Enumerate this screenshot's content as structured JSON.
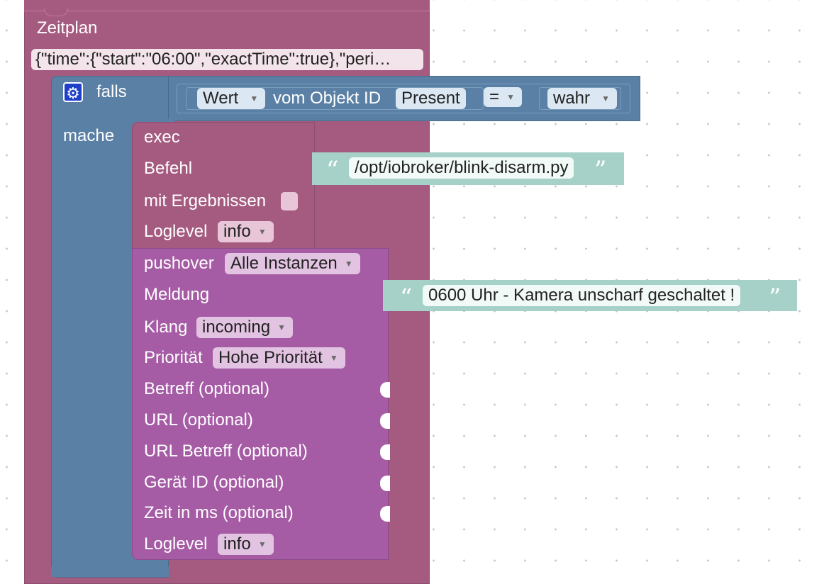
{
  "zeitplan": {
    "title": "Zeitplan",
    "schedule_value": "{\"time\":{\"start\":\"06:00\",\"exactTime\":true},\"peri…"
  },
  "falls": {
    "label": "falls",
    "do_label": "mache",
    "condition": {
      "value_dropdown": "Wert",
      "of_object_label": "vom Objekt ID",
      "object_id": "Present",
      "operator": "=",
      "compare_value": "wahr"
    }
  },
  "exec": {
    "title": "exec",
    "command_label": "Befehl",
    "command_value": "/opt/iobroker/blink-disarm.py",
    "with_results_label": "mit Ergebnissen",
    "loglevel_label": "Loglevel",
    "loglevel_value": "info"
  },
  "pushover": {
    "title": "pushover",
    "instance_value": "Alle Instanzen",
    "message_label": "Meldung",
    "message_value": "0600 Uhr - Kamera unscharf geschaltet !",
    "sound_label": "Klang",
    "sound_value": "incoming",
    "priority_label": "Priorität",
    "priority_value": "Hohe Priorität",
    "subject_label": "Betreff (optional)",
    "url_label": "URL (optional)",
    "url_title_label": "URL Betreff (optional)",
    "device_label": "Gerät ID (optional)",
    "time_label": "Zeit in ms (optional)",
    "loglevel_label": "Loglevel",
    "loglevel_value": "info"
  },
  "icons": {
    "gear": "gear-icon",
    "dropdown": "chevron-down-icon",
    "quote_open": "“",
    "quote_close": "”",
    "arrow": "▼"
  },
  "colors": {
    "event": "#a55b80",
    "logic": "#5b80a5",
    "pushover": "#a65ba5",
    "string": "#a5d1c8"
  }
}
